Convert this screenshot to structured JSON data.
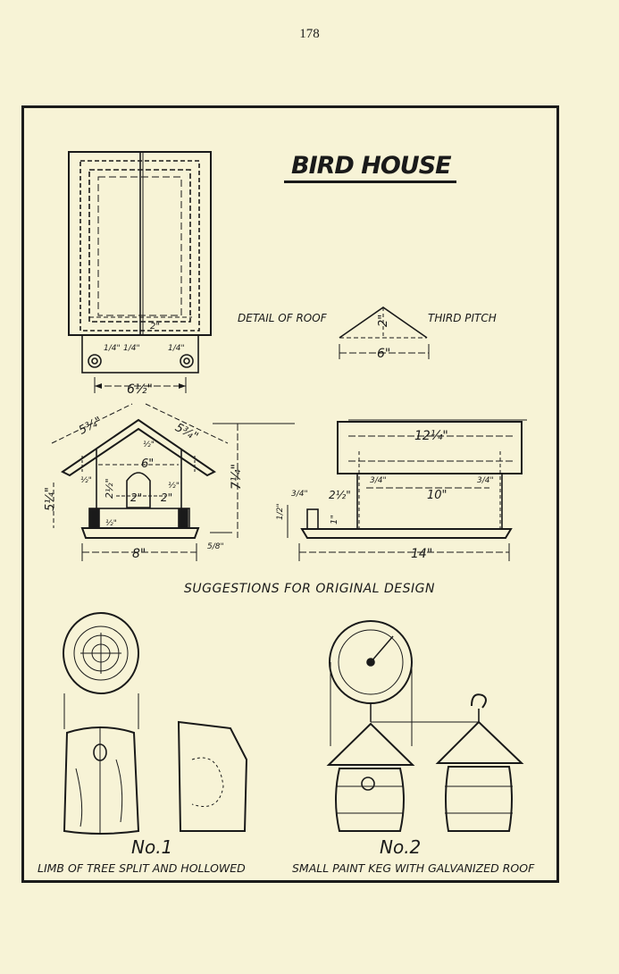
{
  "page_number": "178",
  "title": "BIRD HOUSE",
  "detail": {
    "label": "DETAIL OF ROOF",
    "pitch_label": "THIRD PITCH",
    "height_dim": "2\"",
    "width_dim": "6\""
  },
  "dimensions": {
    "plan_width": "6½\"",
    "plan_quarter_left": "1/4\"",
    "plan_quarter_mid": "1/4\"",
    "plan_quarter_right": "1/4\"",
    "plan_two": "2\"",
    "rafter_left": "5¾\"",
    "rafter_right": "5¾\"",
    "front_inner_width": "6\"",
    "ridge_half": "½\"",
    "eave_left": "½\"",
    "wall_height": "5¼\"",
    "overall_height": "7¼\"",
    "door_height": "2½\"",
    "door_width": "2\"",
    "door_side": "2\"",
    "right_gap": "½\"",
    "sill": "½\"",
    "base_width": "8\"",
    "base_thickness": "5/8\"",
    "side_top": "12¼\"",
    "side_inner": "10\"",
    "side_left_quarter": "3/4\"",
    "side_right_quarter": "3/4\"",
    "perch_setback": "2½\"",
    "perch_height": "1\"",
    "perch_small": "3/4\"",
    "perch_base": "1/2\"",
    "side_base": "14\""
  },
  "suggestion_heading": "SUGGESTIONS FOR ORIGINAL DESIGN",
  "designs": [
    {
      "number": "No.1",
      "caption": "LIMB OF TREE SPLIT AND HOLLOWED"
    },
    {
      "number": "No.2",
      "caption": "SMALL PAINT KEG WITH GALVANIZED ROOF"
    }
  ]
}
